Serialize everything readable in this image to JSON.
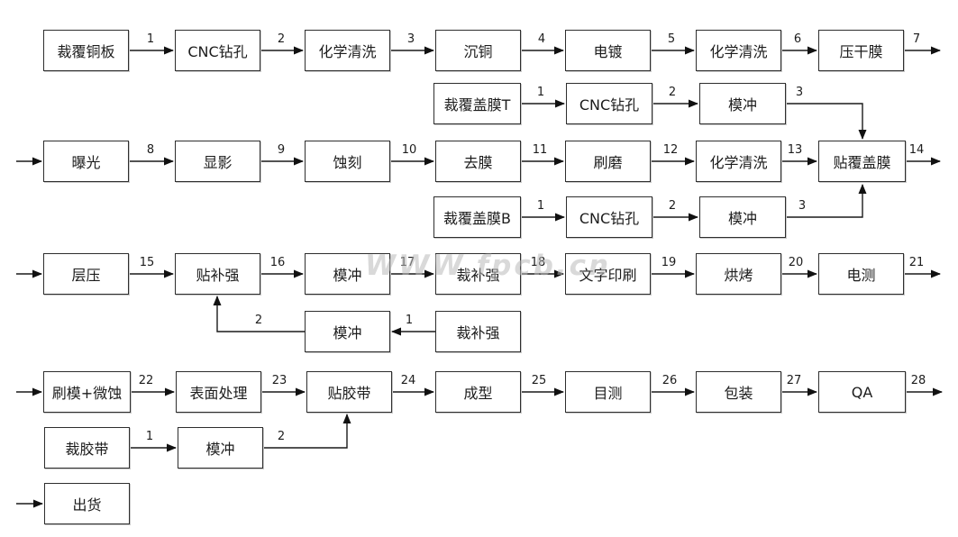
{
  "watermark": "WWW.fpcb.cn",
  "nodes": {
    "r1c1": {
      "label": "裁覆铜板"
    },
    "r1c2": {
      "label": "CNC钻孔"
    },
    "r1c3": {
      "label": "化学清洗"
    },
    "r1c4": {
      "label": "沉铜"
    },
    "r1c5": {
      "label": "电镀"
    },
    "r1c6": {
      "label": "化学清洗"
    },
    "r1c7": {
      "label": "压干膜"
    },
    "r2c1": {
      "label": "裁覆盖膜T"
    },
    "r2c2": {
      "label": "CNC钻孔"
    },
    "r2c3": {
      "label": "模冲"
    },
    "r3c1": {
      "label": "曝光"
    },
    "r3c2": {
      "label": "显影"
    },
    "r3c3": {
      "label": "蚀刻"
    },
    "r3c4": {
      "label": "去膜"
    },
    "r3c5": {
      "label": "刷磨"
    },
    "r3c6": {
      "label": "化学清洗"
    },
    "r3c7": {
      "label": "贴覆盖膜"
    },
    "r4c1": {
      "label": "裁覆盖膜B"
    },
    "r4c2": {
      "label": "CNC钻孔"
    },
    "r4c3": {
      "label": "模冲"
    },
    "r5c1": {
      "label": "层压"
    },
    "r5c2": {
      "label": "贴补强"
    },
    "r5c3": {
      "label": "模冲"
    },
    "r5c4": {
      "label": "裁补强"
    },
    "r5c5": {
      "label": "文字印刷"
    },
    "r5c6": {
      "label": "烘烤"
    },
    "r5c7": {
      "label": "电测"
    },
    "r6c1": {
      "label": "模冲"
    },
    "r6c2": {
      "label": "裁补强"
    },
    "r7c1": {
      "label": "刷模+微蚀"
    },
    "r7c2": {
      "label": "表面处理"
    },
    "r7c3": {
      "label": "贴胶带"
    },
    "r7c4": {
      "label": "成型"
    },
    "r7c5": {
      "label": "目测"
    },
    "r7c6": {
      "label": "包装"
    },
    "r7c7": {
      "label": "QA"
    },
    "r8c1": {
      "label": "裁胶带"
    },
    "r8c2": {
      "label": "模冲"
    },
    "r9c1": {
      "label": "出货"
    }
  },
  "edges": {
    "r1e1": "1",
    "r1e2": "2",
    "r1e3": "3",
    "r1e4": "4",
    "r1e5": "5",
    "r1e6": "6",
    "r1e7": "7",
    "r2e1": "1",
    "r2e2": "2",
    "r2e3": "3",
    "r3e1": "8",
    "r3e2": "9",
    "r3e3": "10",
    "r3e4": "11",
    "r3e5": "12",
    "r3e6": "13",
    "r3e7": "14",
    "r4e1": "1",
    "r4e2": "2",
    "r4e3": "3",
    "r5e1": "15",
    "r5e2": "16",
    "r5e3": "17",
    "r5e4": "18",
    "r5e5": "19",
    "r5e6": "20",
    "r5e7": "21",
    "r6e1": "1",
    "r6e2": "2",
    "r7e1": "22",
    "r7e2": "23",
    "r7e3": "24",
    "r7e4": "25",
    "r7e5": "26",
    "r7e6": "27",
    "r7e7": "28",
    "r8e1": "1",
    "r8e2": "2"
  }
}
